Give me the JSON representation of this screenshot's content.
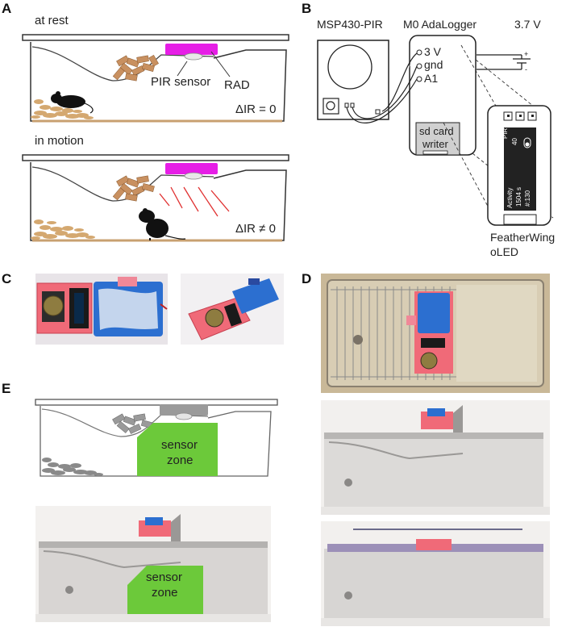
{
  "panels": {
    "A": {
      "letter": "A",
      "top_caption": "at rest",
      "top_sensor_label": "PIR sensor",
      "top_rad_label": "RAD",
      "top_ir": "ΔIR = 0",
      "bottom_caption": "in motion",
      "bottom_ir": "ΔIR ≠ 0"
    },
    "B": {
      "letter": "B",
      "msp_label": "MSP430-PIR",
      "m0_label": "M0 AdaLogger",
      "voltage_label": "3.7 V",
      "pin_3v": "3 V",
      "pin_gnd": "gnd",
      "pin_a1": "A1",
      "sd_line1": "sd card",
      "sd_line2": "writer",
      "oled_pir": "PIR",
      "oled_pir_val": "40",
      "oled_activity": "Activity",
      "oled_time": "1504 s",
      "oled_count": "#:130",
      "featherwing_line1": "FeatherWing",
      "featherwing_line2": "oLED"
    },
    "C": {
      "letter": "C"
    },
    "D": {
      "letter": "D"
    },
    "E": {
      "letter": "E",
      "zone_line1": "sensor",
      "zone_line2": "zone",
      "photo_zone_line1": "sensor",
      "photo_zone_line2": "zone"
    }
  },
  "colors": {
    "sensor_magenta": "#e61ee6",
    "zone_green": "#6cc93a",
    "bedding": "#d4a870",
    "food": "#c89060",
    "battery_blue": "#2c6fd0",
    "board_pink": "#f06a78"
  }
}
